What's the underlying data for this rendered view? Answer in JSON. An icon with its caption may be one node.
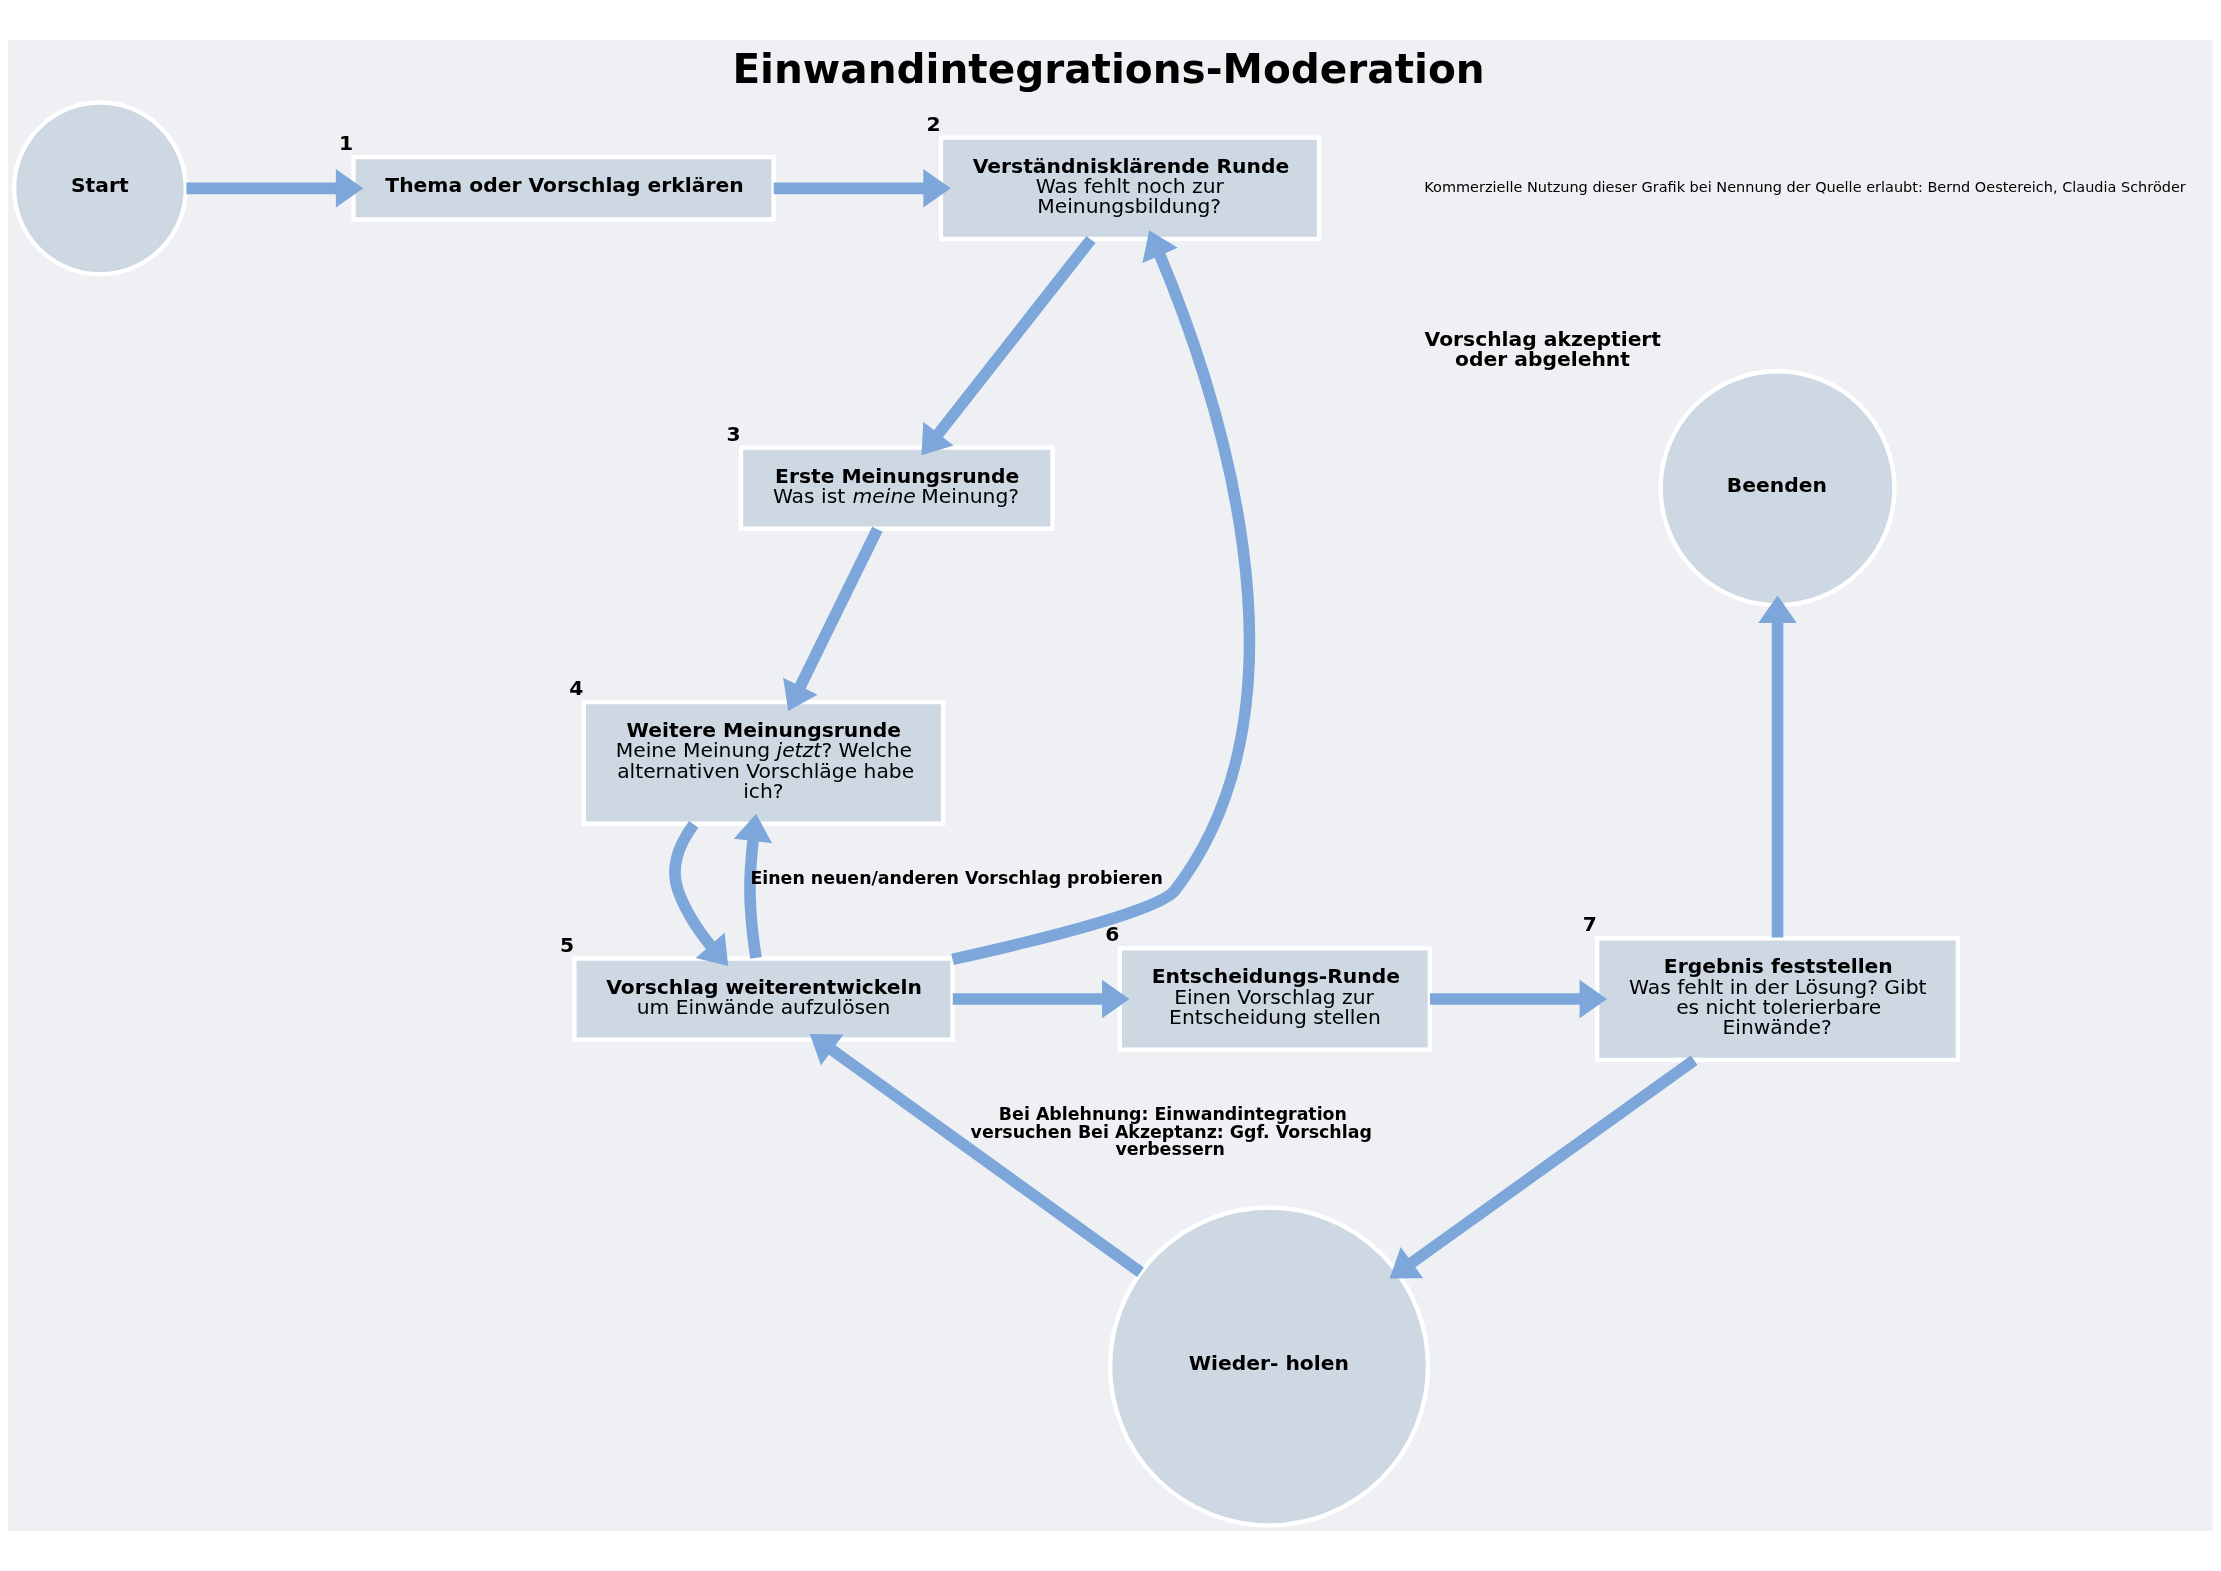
{
  "diagram": {
    "title": "Einwandintegrations-Moderation",
    "nodes": [
      {
        "text": [
          "Start"
        ]
      },
      {
        "text": [
          "Thema oder Vorschlag erklären"
        ],
        "beside": [
          "1"
        ]
      },
      {
        "text": [
          "Verständnisklärende Runde",
          "Was fehlt noch zur Meinungsbildung?"
        ],
        "beside": [
          "2"
        ]
      },
      {
        "text": [
          "Erste Meinungsrunde",
          "Was ist *meine* Meinung?"
        ],
        "beside": [
          "3"
        ]
      },
      {
        "text": [
          "Weitere Meinungsrunde",
          "Meine Meinung *jetzt*? Welche alternativen Vorschläge habe ich?"
        ],
        "beside": [
          "4"
        ]
      },
      {
        "text": [
          "Vorschlag weiterentwickeln",
          "um Einwände aufzulösen"
        ],
        "beside": [
          "5"
        ]
      },
      {
        "text": [
          "Entscheidungs-Runde",
          "Einen Vorschlag zur Entscheidung stellen"
        ],
        "beside": [
          "6"
        ]
      },
      {
        "text": [
          "Ergebnis feststellen",
          "Was fehlt in der Lösung? Gibt es nicht tolerierbare Einwände?"
        ],
        "beside": [
          "7"
        ]
      },
      {
        "text": [
          "Beenden"
        ],
        "beside": [
          "Vorschlag akzeptiert oder abgelehnt"
        ]
      },
      {
        "text": [
          "Wieder- holen"
        ]
      }
    ],
    "edges": [
      {
        "from": 0,
        "to": 1,
        "arrow": "to"
      },
      {
        "from": 1,
        "to": 2,
        "arrow": "to"
      },
      {
        "from": 2,
        "to": 3,
        "arrow": "to"
      },
      {
        "from": 3,
        "to": 4,
        "arrow": "to"
      },
      {
        "from": 4,
        "to": 5,
        "arrow": "to"
      },
      {
        "from": 5,
        "to": 2,
        "arrow": "to"
      },
      {
        "from": 5,
        "to": 4,
        "arrow": "to",
        "label": "Einen neuen/anderen Vorschlag probieren"
      },
      {
        "from": 5,
        "to": 6,
        "arrow": "to"
      },
      {
        "from": 6,
        "to": 7,
        "arrow": "to"
      },
      {
        "from": 7,
        "to": 8,
        "arrow": "to"
      },
      {
        "from": 7,
        "to": 9,
        "arrow": "to"
      },
      {
        "from": 9,
        "to": 5,
        "arrow": "to",
        "label": "Bei Ablehnung: Einwandintegration versuchen Bei Akzeptanz: Ggf. Vorschlag verbessern"
      }
    ],
    "labels": [
      "Kommerzielle Nutzung dieser Grafik bei Nennung der Quelle erlaubt: Bernd Oestereich, Claudia Schröder"
    ]
  }
}
